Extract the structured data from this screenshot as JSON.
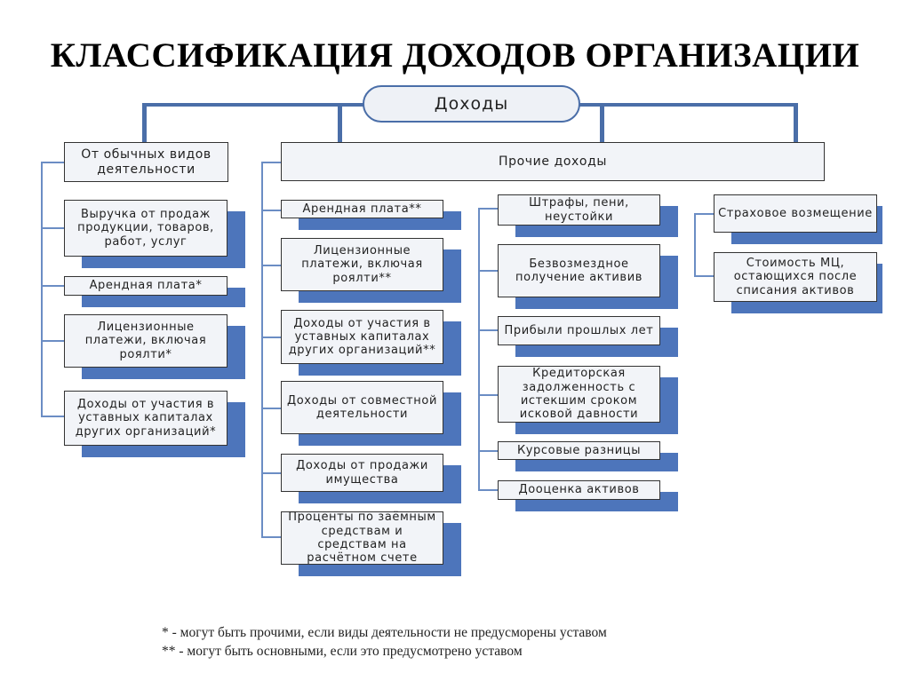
{
  "title": "КЛАССИФИКАЦИЯ ДОХОДОВ ОРГАНИЗАЦИИ",
  "root": "Доходы",
  "ordinary": {
    "header": "От обычных видов деятельности",
    "items": [
      "Выручка от продаж продукции, товаров, работ, услуг",
      "Арендная плата*",
      "Лицензионные платежи, включая роялти*",
      "Доходы от участия в уставных капиталах других организаций*"
    ]
  },
  "other": {
    "header": "Прочие доходы",
    "col1": [
      "Арендная плата**",
      "Лицензионные платежи, включая роялти**",
      "Доходы от участия в уставных капиталах других организаций**",
      "Доходы от совместной деятельности",
      "Доходы от продажи имущества",
      "Проценты по заёмным средствам и средствам на расчётном счете"
    ],
    "col2": [
      "Штрафы, пени, неустойки",
      "Безвозмездное получение активив",
      "Прибыли прошлых лет",
      "Кредиторская задолженность с истекшим сроком исковой давности",
      "Курсовые разницы",
      "Дооценка активов"
    ],
    "col3": [
      "Страховое возмещение",
      "Стоимость МЦ, остающихся после списания активов"
    ]
  },
  "notes": [
    "* - могут быть прочими, если виды деятельности не предусморены уставом",
    "** - могут быть основными, если это предусмотрено уставом"
  ]
}
